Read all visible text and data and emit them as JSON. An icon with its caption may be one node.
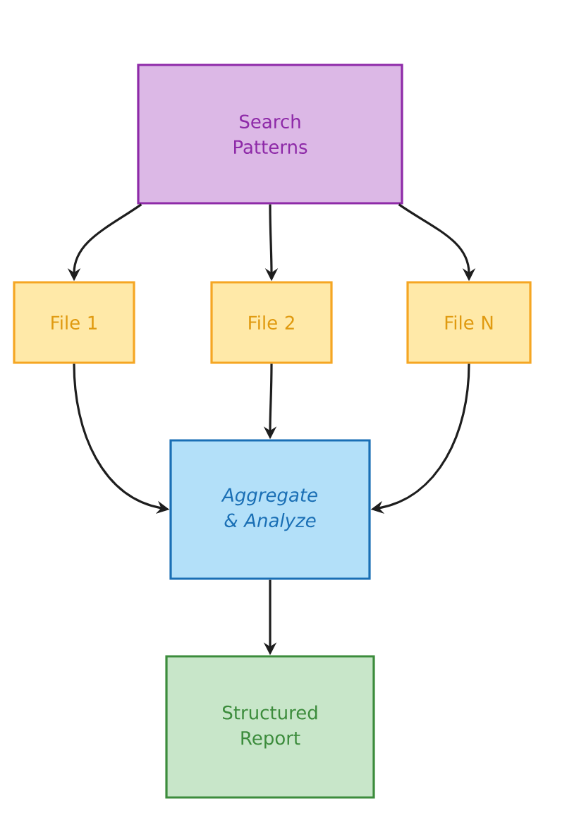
{
  "diagram": {
    "nodes": [
      {
        "text": [
          "Search Patterns"
        ]
      },
      {
        "text": [
          "File 1"
        ]
      },
      {
        "text": [
          "File 2"
        ]
      },
      {
        "text": [
          "File N"
        ]
      },
      {
        "text": [
          "Aggregate & Analyze"
        ]
      },
      {
        "text": [
          "Structured Report"
        ]
      }
    ],
    "edges": [
      {
        "from": 0,
        "to": 1,
        "arrow": "to"
      },
      {
        "from": 0,
        "to": 2,
        "arrow": "to"
      },
      {
        "from": 0,
        "to": 3,
        "arrow": "to"
      },
      {
        "from": 1,
        "to": 4,
        "arrow": "to"
      },
      {
        "from": 2,
        "to": 4,
        "arrow": "to"
      },
      {
        "from": 3,
        "to": 4,
        "arrow": "to"
      },
      {
        "from": 4,
        "to": 5,
        "arrow": "to"
      }
    ]
  }
}
